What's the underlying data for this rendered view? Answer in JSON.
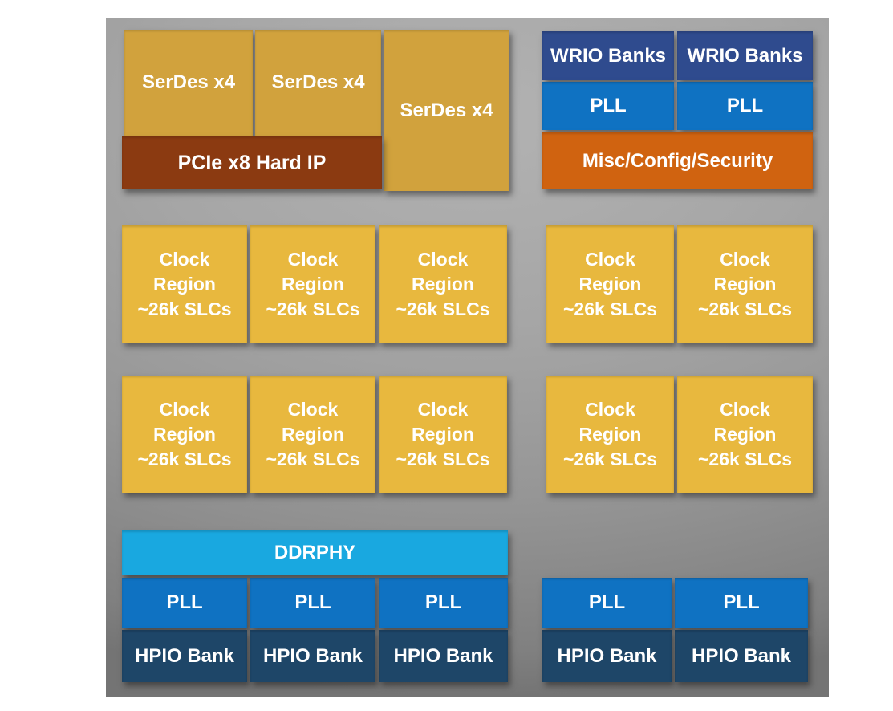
{
  "diagram": {
    "description": "Chip die floorplan block diagram",
    "colors": {
      "serdes": "#D1A23D",
      "pcie": "#8B3A11",
      "wrio": "#2F4B8E",
      "pll": "#0F72C2",
      "misc": "#D06310",
      "clock": "#E8B83E",
      "ddrphy": "#19A8E0",
      "hpio": "#1E4668",
      "label_text": "#FFFFFF",
      "die_background": "#9A9A9A"
    },
    "top_left": {
      "serdes": [
        "SerDes x4",
        "SerDes x4",
        "SerDes x4"
      ],
      "pcie": "PCIe x8 Hard IP"
    },
    "top_right": {
      "wrio": [
        "WRIO Banks",
        "WRIO Banks"
      ],
      "pll": [
        "PLL",
        "PLL"
      ],
      "misc": "Misc/Config/Security"
    },
    "clock_left": {
      "rows": [
        [
          "Clock\nRegion\n~26k SLCs",
          "Clock\nRegion\n~26k SLCs",
          "Clock\nRegion\n~26k SLCs"
        ],
        [
          "Clock\nRegion\n~26k SLCs",
          "Clock\nRegion\n~26k SLCs",
          "Clock\nRegion\n~26k SLCs"
        ]
      ]
    },
    "clock_right": {
      "rows": [
        [
          "Clock\nRegion\n~26k SLCs",
          "Clock\nRegion\n~26k SLCs"
        ],
        [
          "Clock\nRegion\n~26k SLCs",
          "Clock\nRegion\n~26k SLCs"
        ]
      ]
    },
    "bottom_left": {
      "ddrphy": "DDRPHY",
      "pll": [
        "PLL",
        "PLL",
        "PLL"
      ],
      "hpio": [
        "HPIO Bank",
        "HPIO Bank",
        "HPIO Bank"
      ]
    },
    "bottom_right": {
      "pll": [
        "PLL",
        "PLL"
      ],
      "hpio": [
        "HPIO Bank",
        "HPIO Bank"
      ]
    }
  }
}
